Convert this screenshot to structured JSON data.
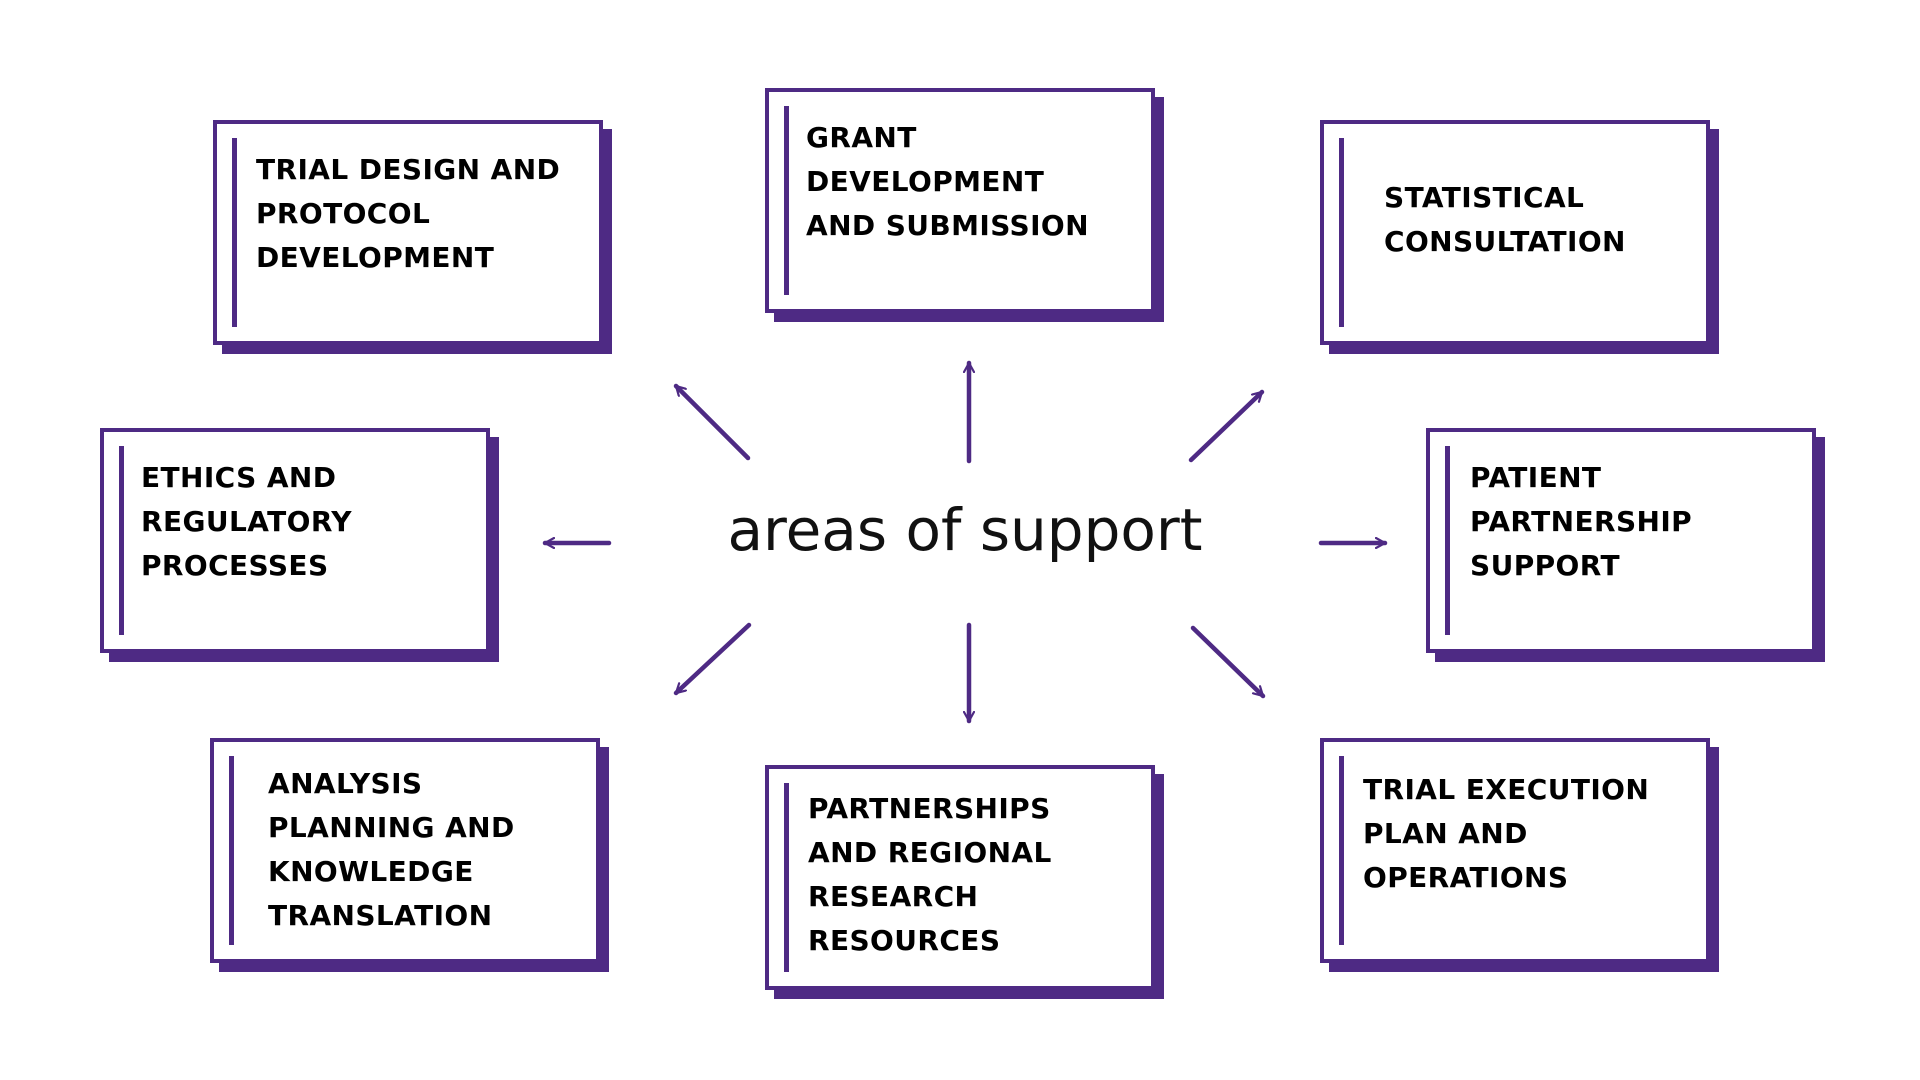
{
  "title": "areas of support",
  "boxes": [
    {
      "id": "trial-design",
      "label": "TRIAL DESIGN AND\nPROTOCOL\nDEVELOPMENT"
    },
    {
      "id": "grant",
      "label": "GRANT\nDEVELOPMENT\nAND SUBMISSION"
    },
    {
      "id": "statistical",
      "label": "STATISTICAL\nCONSULTATION"
    },
    {
      "id": "ethics",
      "label": "ETHICS AND\nREGULATORY\nPROCESSES"
    },
    {
      "id": "patient",
      "label": "PATIENT\nPARTNERSHIP\nSUPPORT"
    },
    {
      "id": "analysis",
      "label": "ANALYSIS\nPLANNING AND\nKNOWLEDGE\nTRANSLATION"
    },
    {
      "id": "partnerships",
      "label": "PARTNERSHIPS\nAND REGIONAL\nRESEARCH\nRESOURCES"
    },
    {
      "id": "trial-execution",
      "label": "TRIAL EXECUTION\nPLAN AND\nOPERATIONS"
    }
  ],
  "colors": {
    "accent": "#4e2a84",
    "text": "#000000",
    "background": "#ffffff"
  }
}
